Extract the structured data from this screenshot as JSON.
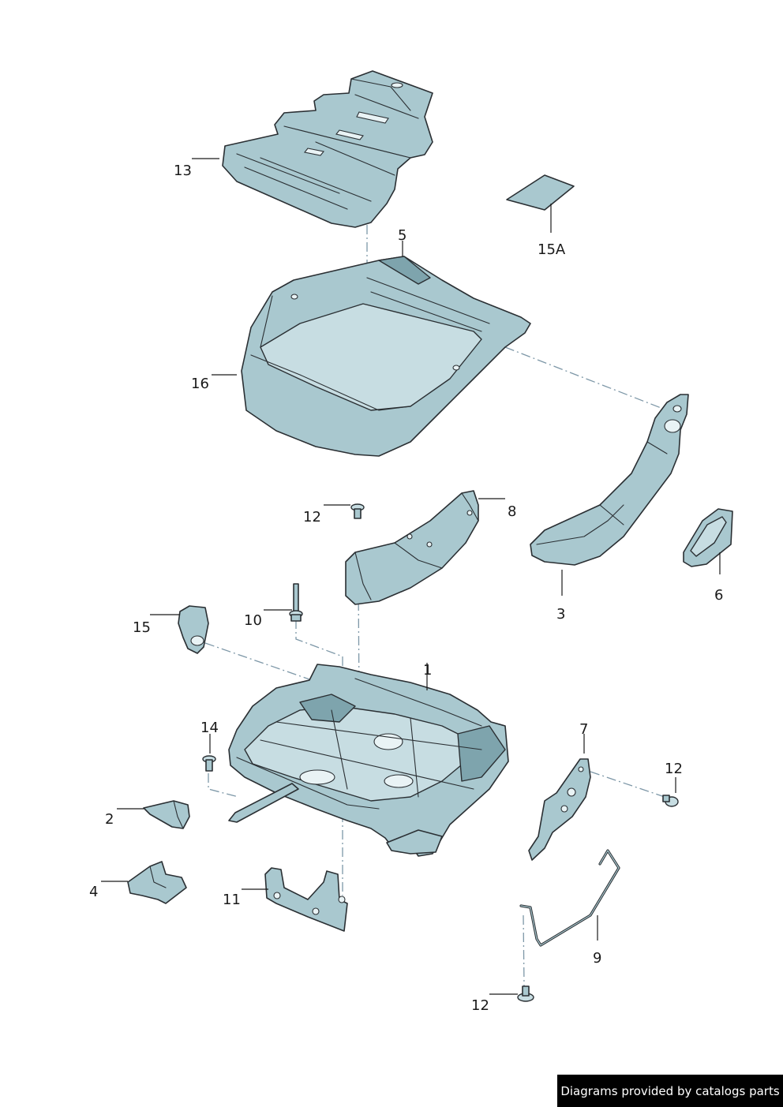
{
  "parts": [
    {
      "id": "1",
      "label": "1"
    },
    {
      "id": "2",
      "label": "2"
    },
    {
      "id": "3",
      "label": "3"
    },
    {
      "id": "4",
      "label": "4"
    },
    {
      "id": "5",
      "label": "5"
    },
    {
      "id": "6",
      "label": "6"
    },
    {
      "id": "7",
      "label": "7"
    },
    {
      "id": "8",
      "label": "8"
    },
    {
      "id": "9",
      "label": "9"
    },
    {
      "id": "10",
      "label": "10"
    },
    {
      "id": "11",
      "label": "11"
    },
    {
      "id": "12a",
      "label": "12"
    },
    {
      "id": "12b",
      "label": "12"
    },
    {
      "id": "12c",
      "label": "12"
    },
    {
      "id": "13",
      "label": "13"
    },
    {
      "id": "14",
      "label": "14"
    },
    {
      "id": "15",
      "label": "15"
    },
    {
      "id": "15A",
      "label": "15A"
    },
    {
      "id": "16",
      "label": "16"
    }
  ],
  "credit": "Diagrams provided by catalogs parts",
  "colors": {
    "part_fill": "#a9c8cf",
    "outline": "#2a2f33",
    "dash_line": "#7d97a7",
    "badge_bg": "#000000",
    "badge_text": "#ffffff"
  }
}
